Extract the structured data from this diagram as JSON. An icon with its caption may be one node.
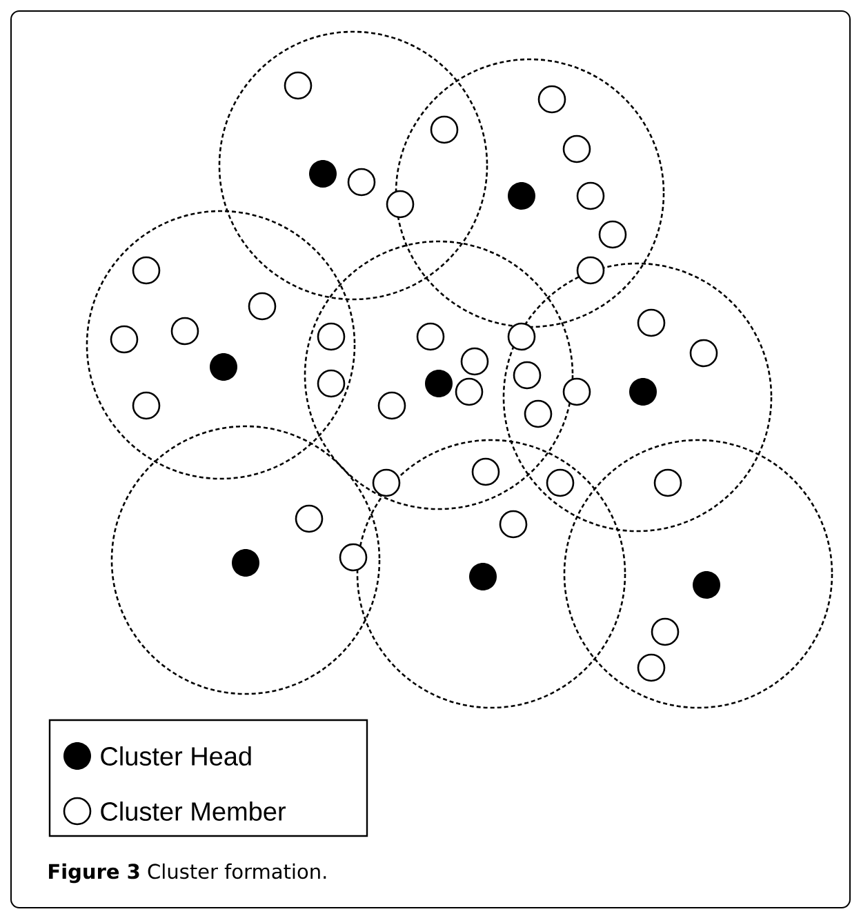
{
  "diagram": {
    "caption": "**Figure 3** Cluster formation.",
    "legend": [
      {
        "text": "Cluster Head"
      },
      {
        "text": "Cluster Member"
      }
    ]
  }
}
